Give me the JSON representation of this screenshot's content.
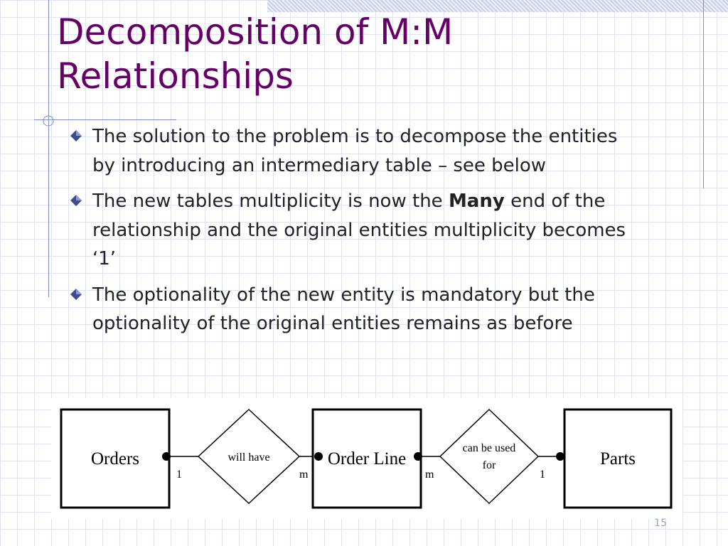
{
  "slide": {
    "title_line1": "Decomposition of M:M",
    "title_line2": "Relationships",
    "page_number": "15"
  },
  "bullets": [
    {
      "text": "The solution to the problem is to decompose the entities by introducing an intermediary table – see below"
    },
    {
      "pre": "The new tables multiplicity is now the ",
      "bold": "Many",
      "post": " end of the relationship and the original entities multiplicity becomes ‘1’"
    },
    {
      "text": "The optionality of the new entity is mandatory but the optionality of the original entities remains as before"
    }
  ],
  "diagram": {
    "entities": [
      "Orders",
      "Order Line",
      "Parts"
    ],
    "relationships": [
      {
        "label_line1": "will have",
        "label_line2": ""
      },
      {
        "label_line1": "can be used",
        "label_line2": "for"
      }
    ],
    "cardinalities": [
      "1",
      "m",
      "m",
      "1"
    ]
  },
  "colors": {
    "title": "#660066",
    "grid": "#dfe3f0",
    "accent_lines": "#7f8fc4",
    "bullet": "#3c4c8c"
  }
}
